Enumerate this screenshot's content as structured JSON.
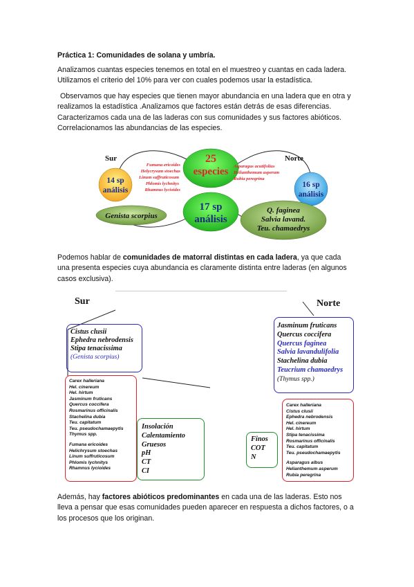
{
  "doc": {
    "title": "Práctica 1: Comunidades de solana y umbría.",
    "p1": "Analizamos cuantas especies tenemos en total en el muestreo y cuantas en cada ladera. Utilizamos el criterio del 10% para ver con cuales podemos usar la estadística.",
    "p2": "Observamos que hay especies que tienen mayor abundancia en una ladera que en otra y realizamos la estadística .Analizamos que factores están detrás de esas diferencias. Caracterizamos cada una de las laderas con sus comunidades y sus factores abióticos. Correlacionamos las abundancias de las especies.",
    "p3_a": "Podemos hablar de ",
    "p3_b": "comunidades de matorral distintas en cada ladera",
    "p3_c": ", ya que cada una presenta especies cuya abundancia es claramente distinta entre laderas (en algunos casos exclusiva).",
    "p4_a": "Además, hay ",
    "p4_b": "factores abióticos predominantes",
    "p4_c": " en cada una de las laderas. Esto nos lleva a pensar que esas comunidades pueden aparecer en respuesta a dichos factores, o a los procesos que los originan."
  },
  "fig1": {
    "sur": "Sur",
    "norte": "Norte",
    "total_n": "25",
    "total_label": "especies",
    "center_n": "17 sp",
    "center_label": "análisis",
    "left_n": "14 sp",
    "left_label": "análisis",
    "right_n": "16 sp",
    "right_label": "análisis",
    "left_species": [
      "Fumana ericoides",
      "Helycrysum stoechas",
      "Linum suffruticosum",
      "Phlomis lychnitys",
      "Rhamnus lycioides"
    ],
    "right_species": [
      "Asparagus acutifolius",
      "Helianthemum asperum",
      "Rubia peregrina"
    ],
    "left_community": "Genista scorpius",
    "right_community": [
      "Q. faginea",
      "Salvia lavand.",
      "Teu. chamaedrys"
    ]
  },
  "fig2": {
    "sur": "Sur",
    "norte": "Norte",
    "sur_blue": [
      "Cistus clusii",
      "Ephedra nebrodensis",
      "Stipa tenacissima"
    ],
    "sur_blue_note": "(Genista scorpius)",
    "norte_blue": [
      "Jasminum fruticans",
      "Quercus coccifera",
      "Quercus faginea",
      "Salvia lavandulifolia",
      "Stachelina dubia",
      "Teucrium chamaedrys"
    ],
    "norte_blue_note": "(Thymus spp.)",
    "sur_red_1": [
      "Carex halleriana",
      "Hel. cinereum",
      "Hel. hirtum",
      "Jasminum fruticans",
      "Quercus coccifera",
      "Rosmarinus officinalis",
      "Stachelina dubia",
      "Teu. capitatum",
      "Teu. pseudochamaepytis",
      "Thymus spp."
    ],
    "sur_red_2": [
      "Fumana ericoides",
      "Helichrysum stoechas",
      "Linum suffruticosum",
      "Phlomis lychnitys",
      "Rhamnus lycioides"
    ],
    "norte_red_1": [
      "Carex halleriana",
      "Cistus clusii",
      "Ephedra nebrodensis",
      "Hel. cinereum",
      "Hel. hirtum",
      "Stipa tenacissima",
      "Rosmarinus officinalis",
      "Teu. capitatum",
      "Teu. pseudochamaepytis"
    ],
    "norte_red_2": [
      "Asparagus albus",
      "Helianthemum asperum",
      "Rubia peregrina"
    ],
    "sur_factors": [
      "Insolación",
      "Calentamiento",
      "Gruesos",
      "pH",
      "CT",
      "CI"
    ],
    "norte_factors": [
      "Finos",
      "COT",
      "N"
    ]
  },
  "colors": {
    "red": "#e0212b",
    "blue": "#2a2abf",
    "green": "#1f8f2a",
    "green_fill": "#33cc33"
  }
}
